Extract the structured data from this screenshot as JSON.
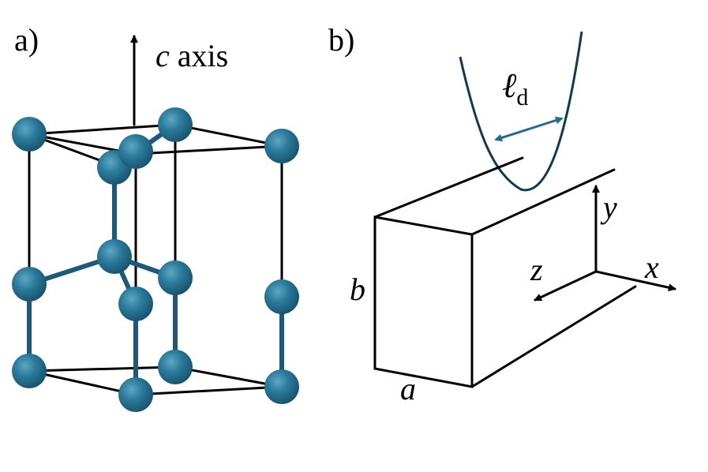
{
  "panel_a": {
    "label": "a)",
    "axis_symbol": "c",
    "axis_word": "axis"
  },
  "panel_b": {
    "label": "b)",
    "width_symbol": "ℓ",
    "width_subscript": "d",
    "dim_a": "a",
    "dim_b": "b",
    "axis_x": "x",
    "axis_y": "y",
    "axis_z": "z"
  },
  "colors": {
    "atom": "#2b7a9b",
    "bond": "#1e5a78",
    "dimension_arrow": "#2a6a8c",
    "line": "#000000"
  }
}
